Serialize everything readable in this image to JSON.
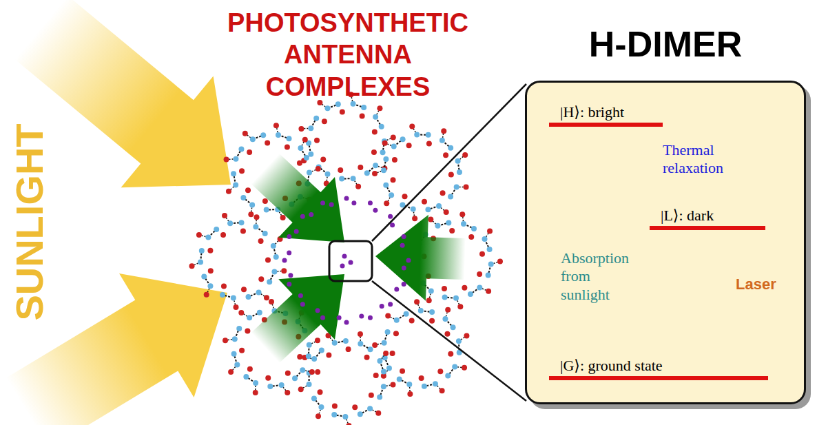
{
  "diagram": {
    "nodes": [
      {
        "text": [
          "H-DIMER"
        ]
      },
      {
        "text": [
          "|H⟩: bright"
        ],
        "in": 0
      },
      {
        "text": [
          "|L⟩: dark"
        ],
        "in": 0
      },
      {
        "text": [
          "|G⟩: ground state"
        ],
        "in": 0
      }
    ],
    "edges": [
      {
        "from": 3,
        "to": 1,
        "arrow": "to",
        "label": "Absorption from sunlight"
      },
      {
        "from": 1,
        "to": 2,
        "arrow": "to",
        "label": "Thermal relaxation"
      },
      {
        "from": 2,
        "to": 3,
        "arrow": "to",
        "label": "Laser"
      }
    ],
    "labels": [
      "SUNLIGHT",
      "PHOTOSYNTHETIC ANTENNA COMPLEXES"
    ]
  }
}
